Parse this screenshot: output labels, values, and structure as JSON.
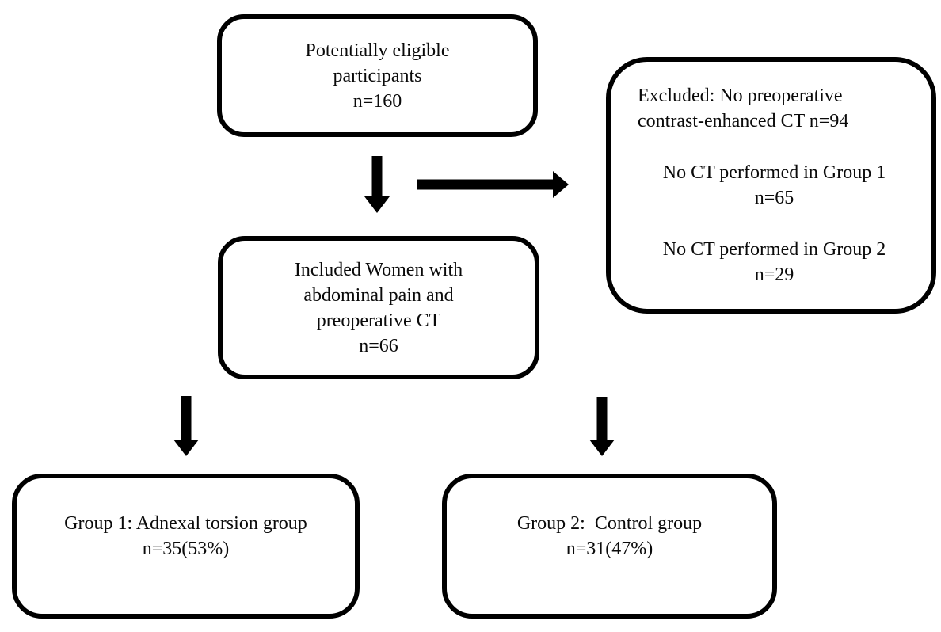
{
  "diagram": {
    "type": "flowchart",
    "background": "#ffffff",
    "ink": "#000000",
    "boxes": {
      "eligible": {
        "lines": [
          "Potentially eligible",
          "participants",
          "n=160"
        ]
      },
      "excluded": {
        "para1": [
          "Excluded: No preoperative",
          "contrast-enhanced CT n=94"
        ],
        "para2": [
          "No CT performed in Group 1",
          "n=65"
        ],
        "para3": [
          "No CT performed in Group 2",
          "n=29"
        ]
      },
      "included": {
        "lines": [
          "Included Women with",
          "abdominal pain and",
          "preoperative CT",
          "n=66"
        ]
      },
      "group1": {
        "lines": [
          "Group 1: Adnexal torsion group",
          "n=35(53%)"
        ]
      },
      "group2": {
        "lines": [
          "Group 2:  Control group",
          "n=31(47%)"
        ]
      }
    }
  }
}
